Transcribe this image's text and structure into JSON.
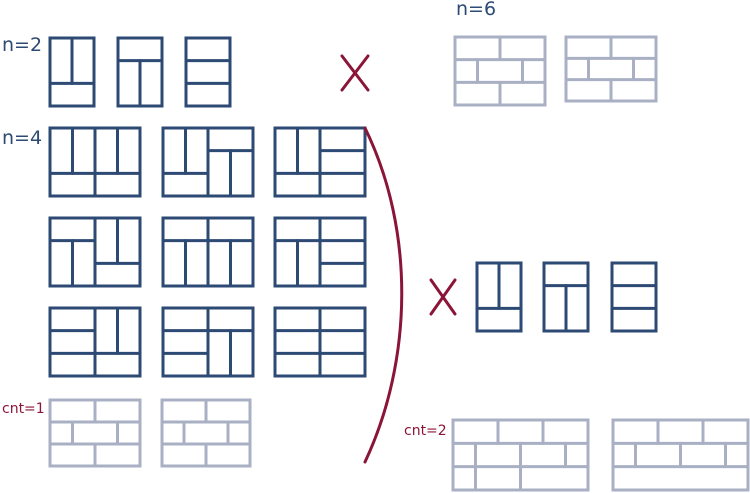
{
  "labels": {
    "n2": "n=2",
    "n4": "n=4",
    "n6": "n=6",
    "cnt1": "cnt=1",
    "cnt2": "cnt=2"
  },
  "colors": {
    "primary": "#2c4a73",
    "faded": "#aab0c4",
    "accent": "#8b1538"
  }
}
